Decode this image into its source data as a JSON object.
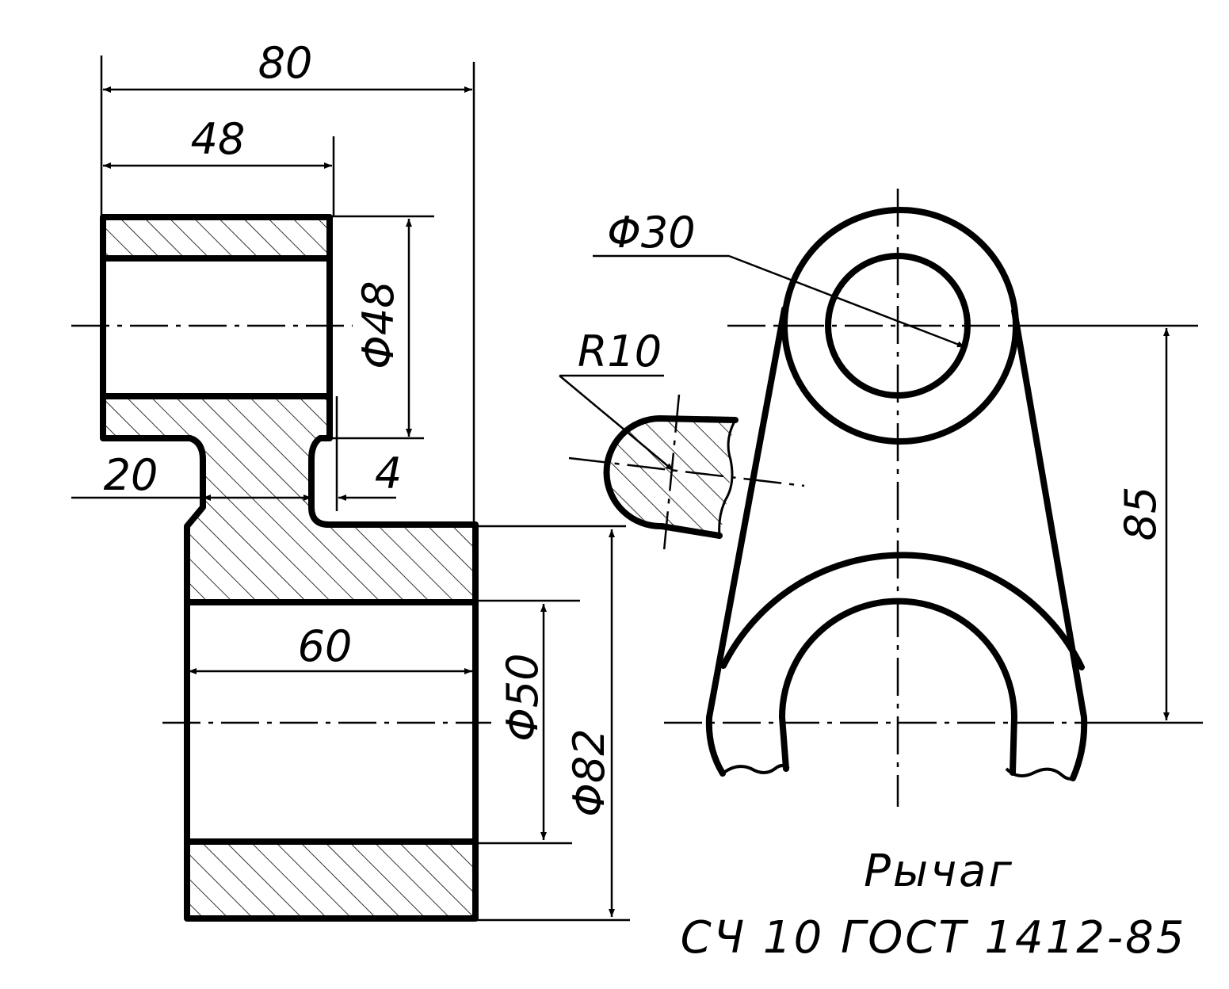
{
  "dimensions": {
    "d80": "80",
    "d48": "48",
    "dia48": "Φ48",
    "d20": "20",
    "d4": "4",
    "d60": "60",
    "dia50": "Φ50",
    "dia82": "Φ82",
    "dia30": "Φ30",
    "r10": "R10",
    "d85": "85"
  },
  "title": {
    "name": "Рычаг",
    "material": "СЧ 10 ГОСТ 1412-85"
  },
  "colors": {
    "ink": "#000000",
    "paper": "#ffffff"
  }
}
